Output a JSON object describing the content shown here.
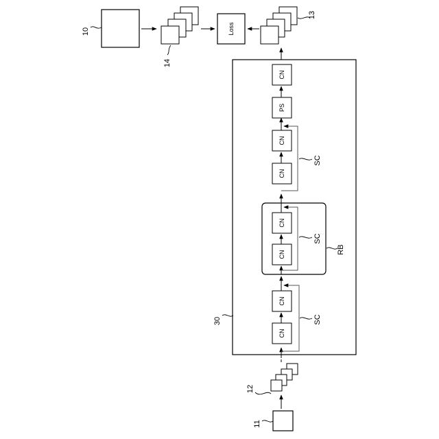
{
  "labels": {
    "ref_10": "10",
    "ref_11": "11",
    "ref_12": "12",
    "ref_13": "13",
    "ref_14": "14",
    "ref_30": "30",
    "ref_rb": "RB",
    "loss": "Loss",
    "cn": "CN",
    "ps": "PS",
    "sc": "SC"
  },
  "colors": {
    "line": "#000000",
    "skip": "#555555",
    "background": "#ffffff"
  }
}
